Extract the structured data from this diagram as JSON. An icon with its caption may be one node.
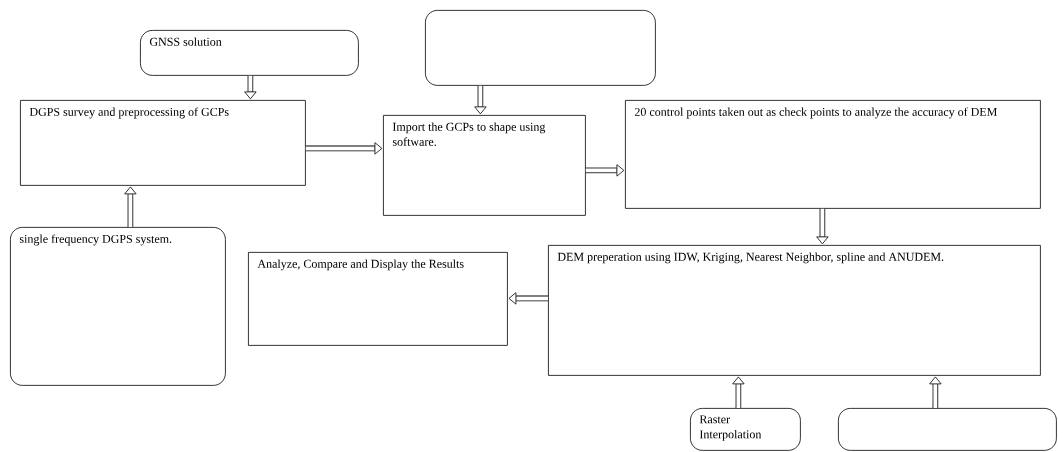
{
  "diagram": {
    "nodes": [
      {
        "text": [
          "GNSS solution"
        ]
      },
      {
        "text": [
          "DGPS survey and preprocessing of GCPs"
        ]
      },
      {
        "text": [],
        "shape": "box"
      },
      {
        "text": [
          "Import the GCPs to shape using software."
        ]
      },
      {
        "text": [
          "20 control points taken out as check points to analyze the accuracy of DEM"
        ]
      },
      {
        "text": [
          "single frequency DGPS system."
        ]
      },
      {
        "text": [
          "Analyze, Compare and Display the Results"
        ]
      },
      {
        "text": [
          "DEM preperation using IDW, Kriging, Nearest Neighbor, spline and ANUDEM."
        ]
      },
      {
        "text": [
          "Raster Interpolation"
        ]
      },
      {
        "text": [],
        "shape": "box"
      }
    ],
    "edges": [
      {
        "from": 0,
        "to": 1,
        "arrow": "to"
      },
      {
        "from": 5,
        "to": 1,
        "arrow": "to"
      },
      {
        "from": 1,
        "to": 3,
        "arrow": "to"
      },
      {
        "from": 2,
        "to": 3,
        "arrow": "to"
      },
      {
        "from": 3,
        "to": 4,
        "arrow": "to"
      },
      {
        "from": 4,
        "to": 7,
        "arrow": "to"
      },
      {
        "from": 7,
        "to": 6,
        "arrow": "to"
      },
      {
        "from": 8,
        "to": 7,
        "arrow": "to"
      },
      {
        "from": 9,
        "to": 7,
        "arrow": "to"
      }
    ]
  }
}
